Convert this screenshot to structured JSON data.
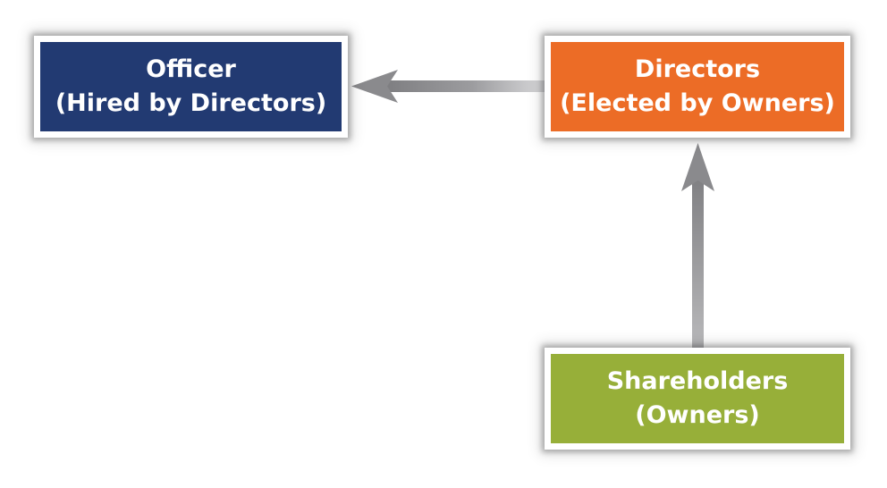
{
  "colors": {
    "officer": "#223a72",
    "directors": "#ec6c26",
    "shareholders": "#97af39",
    "arrow": "#8d8d90"
  },
  "nodes": {
    "officer": {
      "line1": "Officer",
      "line2": "(Hired by Directors)"
    },
    "directors": {
      "line1": "Directors",
      "line2": "(Elected by Owners)"
    },
    "shareholders": {
      "line1": "Shareholders",
      "line2": "(Owners)"
    }
  },
  "edges": [
    {
      "from": "directors",
      "to": "officer"
    },
    {
      "from": "shareholders",
      "to": "directors"
    }
  ]
}
